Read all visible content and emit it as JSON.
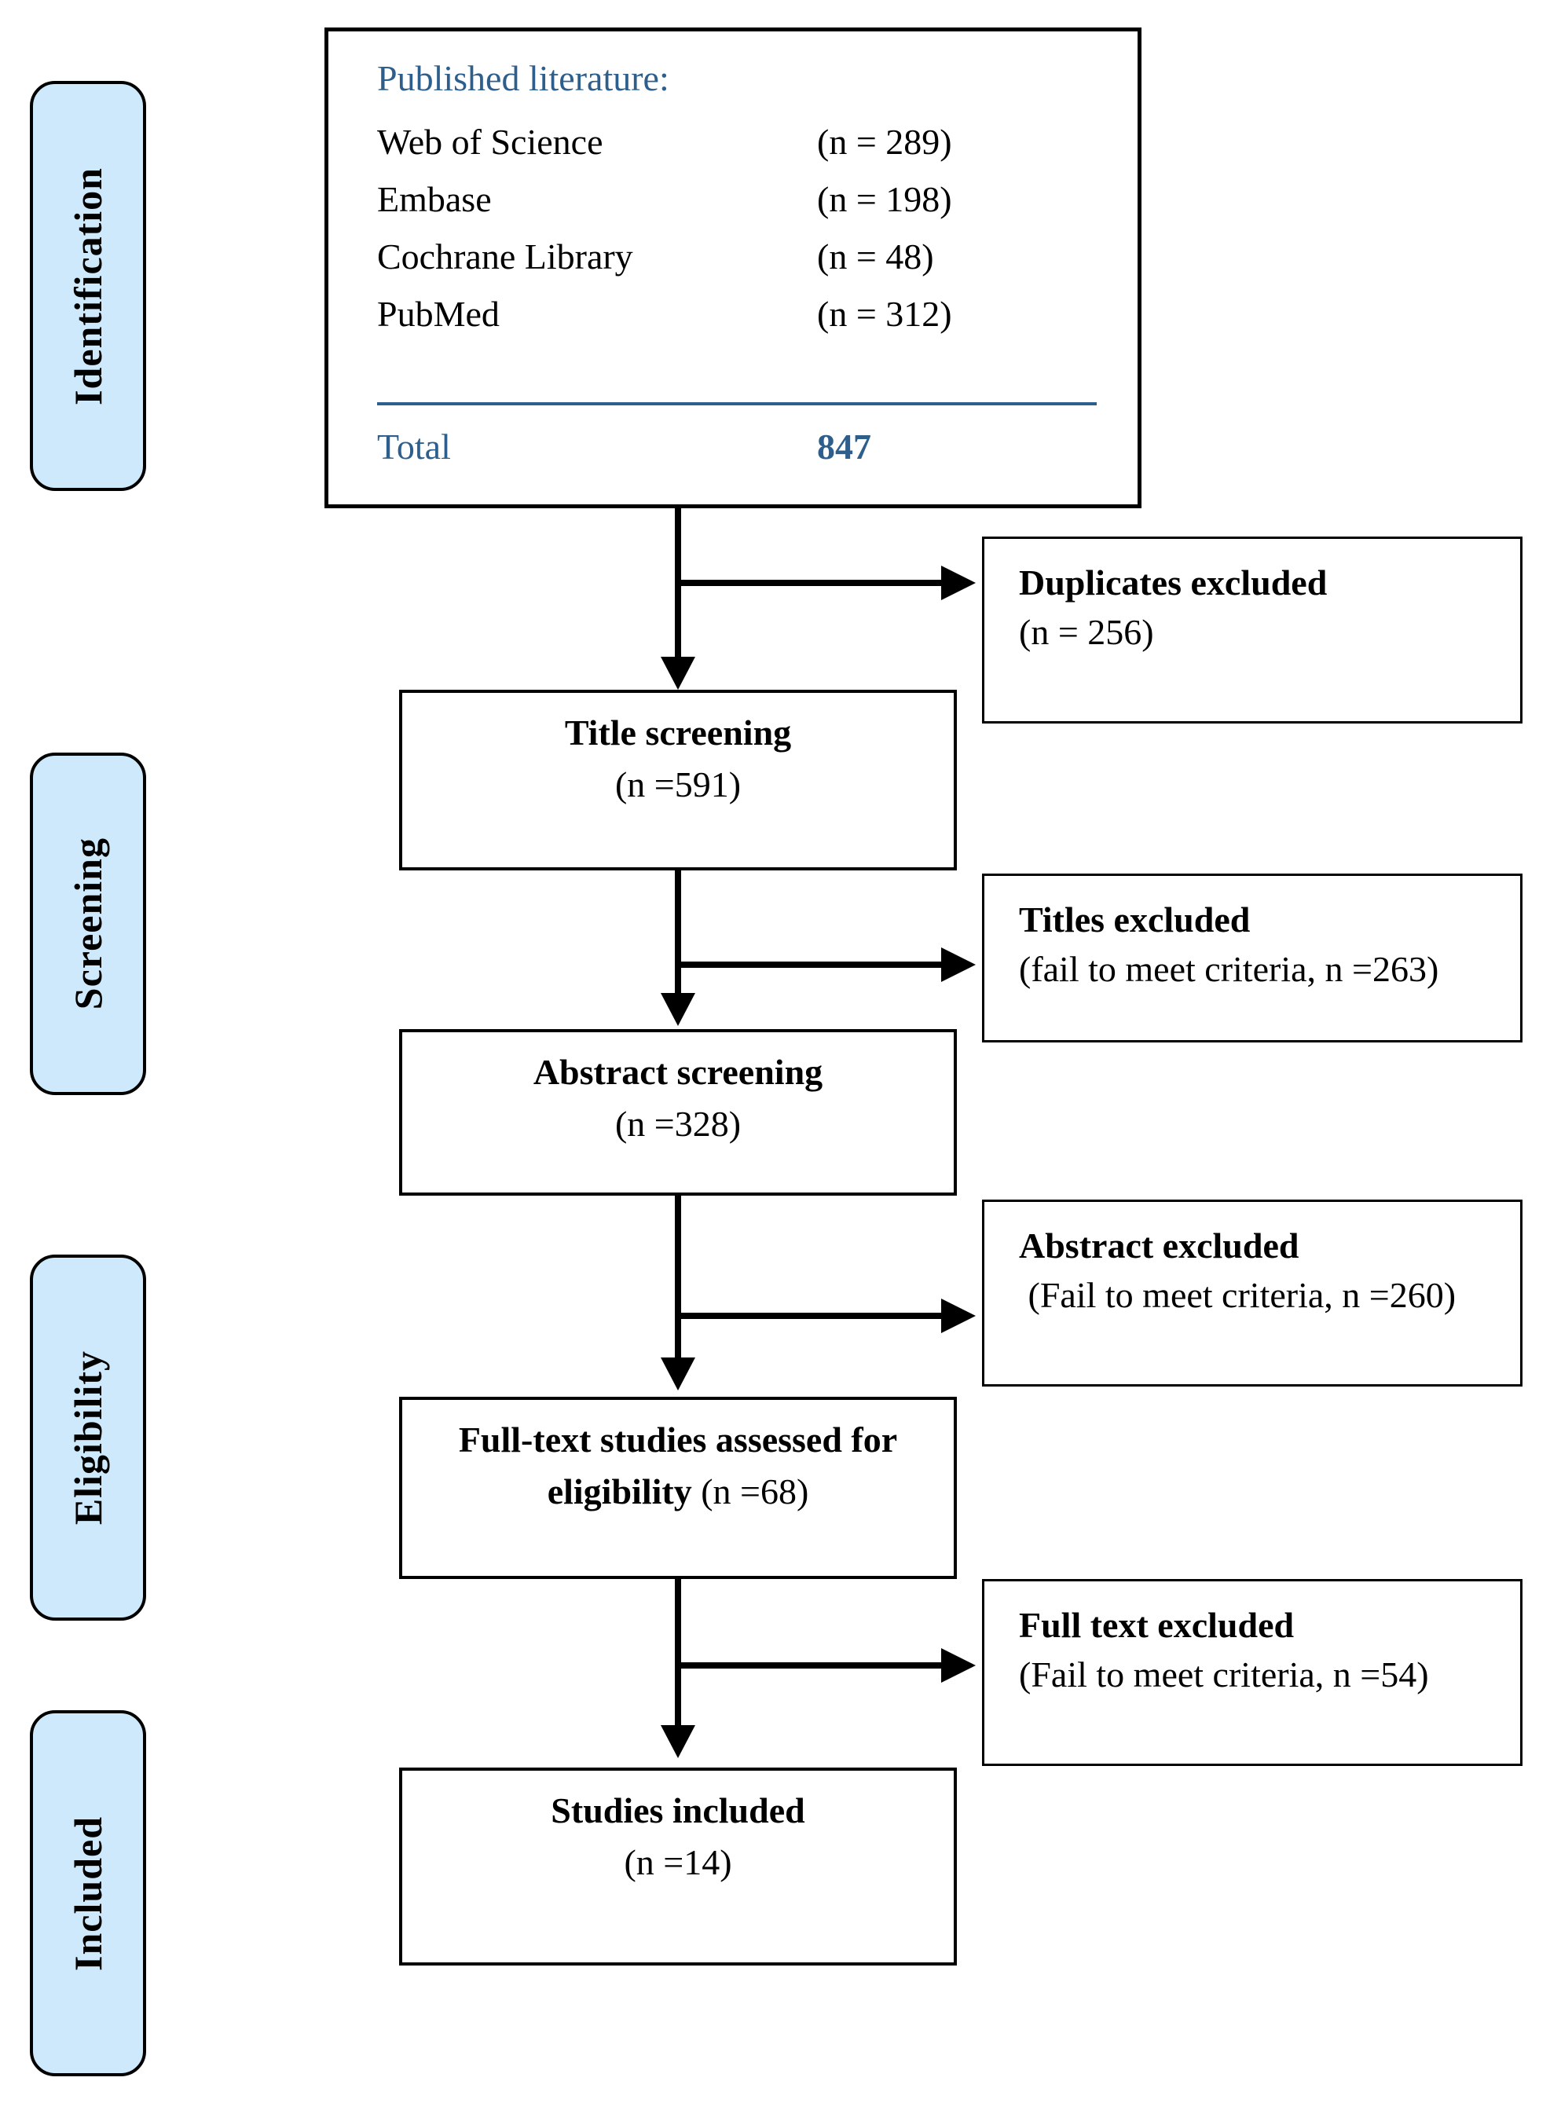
{
  "palette": {
    "accent_blue": "#2e5f8c",
    "stage_fill": "#cde9fb",
    "line_color": "#000000"
  },
  "stages": [
    {
      "label": "Identification"
    },
    {
      "label": "Screening"
    },
    {
      "label": "Eligibility"
    },
    {
      "label": "Included"
    }
  ],
  "sources_box": {
    "title": "Published literature:",
    "rows": [
      {
        "label": "Web of Science",
        "value": "(n = 289)"
      },
      {
        "label": "Embase",
        "value": "(n = 198)"
      },
      {
        "label": "Cochrane Library",
        "value": "(n = 48)"
      },
      {
        "label": "PubMed",
        "value": "(n = 312)"
      }
    ],
    "total_label": "Total",
    "total_value": "847"
  },
  "flow_boxes": [
    {
      "line1": "Title screening",
      "line2": "(n =591)"
    },
    {
      "line1": "Abstract screening",
      "line2": "(n =328)"
    },
    {
      "line1": "Full-text studies assessed for",
      "line2_bold": "eligibility",
      "line2_rest": " (n =68)"
    },
    {
      "line1": "Studies included",
      "line2": "(n =14)"
    }
  ],
  "exclusion_boxes": [
    {
      "line1": "Duplicates excluded",
      "line2": "(n = 256)"
    },
    {
      "line1": "Titles excluded",
      "line2": "(fail to meet criteria, n =263)"
    },
    {
      "line1": "Abstract excluded",
      "line2": " (Fail to meet criteria, n =260)"
    },
    {
      "line1": "Full text excluded",
      "line2": "(Fail to meet criteria, n =54)"
    }
  ]
}
